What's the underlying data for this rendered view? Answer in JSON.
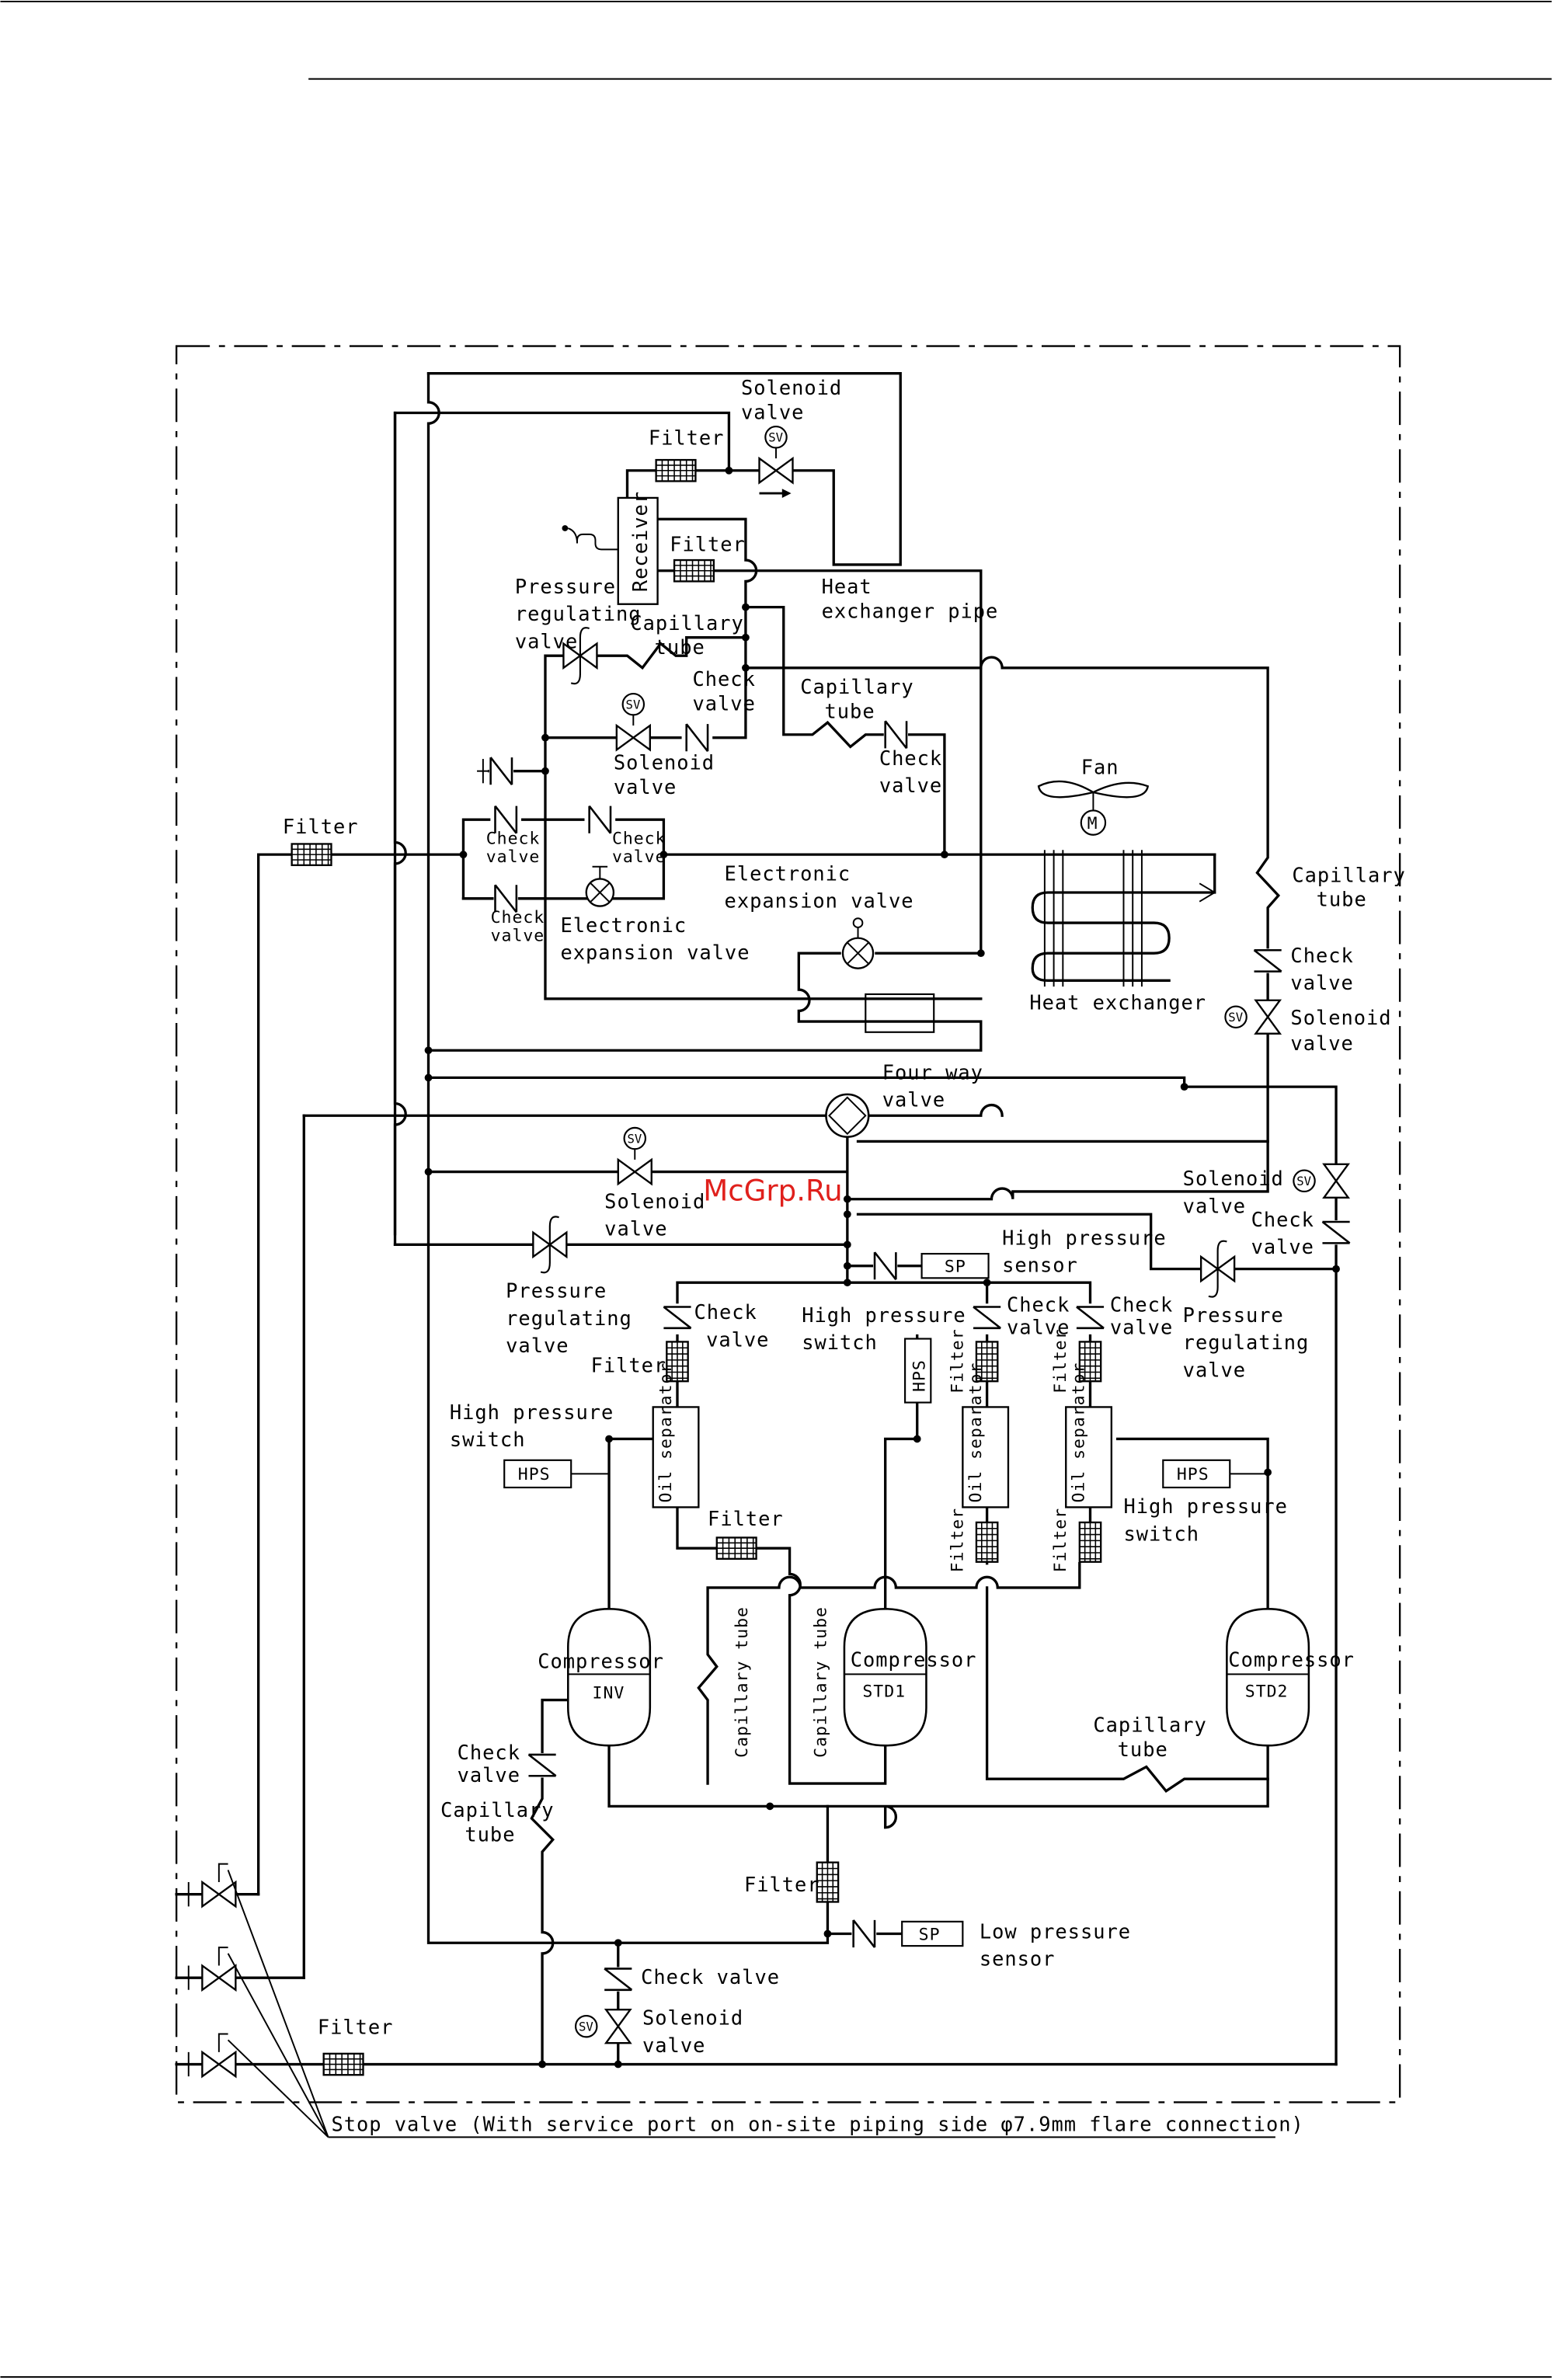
{
  "watermark": "McGrp.Ru",
  "labels": {
    "sv_top": [
      "Solenoid",
      "valve"
    ],
    "filter_top": "Filter",
    "receiver": "Receiver",
    "filter_recv": "Filter",
    "hx_pipe": [
      "Heat",
      "exchanger pipe"
    ],
    "prv_top": [
      "Pressure",
      "regulating",
      "valve"
    ],
    "cap_top": [
      "Capillary",
      "tube"
    ],
    "check_top": [
      "Check",
      "valve"
    ],
    "cap_mid": [
      "Capillary",
      "tube"
    ],
    "sv_mid": [
      "Solenoid",
      "valve"
    ],
    "check_mid": [
      "Check",
      "valve"
    ],
    "fan": "Fan",
    "motor": "M",
    "filter_left": "Filter",
    "check_box1": [
      "Check",
      "valve"
    ],
    "check_box2": [
      "Check",
      "valve"
    ],
    "eev_right": [
      "Electronic",
      "expansion valve"
    ],
    "check_box3": [
      "Check",
      "valve"
    ],
    "eev_left": [
      "Electronic",
      "expansion valve"
    ],
    "cap_right": [
      "Capillary",
      "tube"
    ],
    "check_right": [
      "Check",
      "valve"
    ],
    "sv_right": [
      "Solenoid",
      "valve"
    ],
    "heat_exchanger": "Heat exchanger",
    "four_way": [
      "Four way",
      "valve"
    ],
    "sv_center": [
      "Solenoid",
      "valve"
    ],
    "sv_far_right": [
      "Solenoid",
      "valve"
    ],
    "check_far_right": [
      "Check",
      "valve"
    ],
    "hp_sensor": [
      "High pressure",
      "sensor"
    ],
    "sp": "SP",
    "prv_left": [
      "Pressure",
      "regulating",
      "valve"
    ],
    "check_c1": [
      "Check",
      "valve"
    ],
    "hps_switch_mid": [
      "High pressure",
      "switch"
    ],
    "check_c2": [
      "Check",
      "valve"
    ],
    "check_c3": [
      "Check",
      "valve"
    ],
    "prv_right": [
      "Pressure",
      "regulating",
      "valve"
    ],
    "filter_c1": "Filter",
    "hps": "HPS",
    "filter_v": "Filter",
    "hps_switch_left": [
      "High pressure",
      "switch"
    ],
    "oil_sep": "Oil separator",
    "hps_switch_right": [
      "High pressure",
      "switch"
    ],
    "filter_bottom_c1": "Filter",
    "cap_vertical": "Capillary tube",
    "compressor": "Compressor",
    "inv": "INV",
    "std1": "STD1",
    "std2": "STD2",
    "check_inv": [
      "Check",
      "valve"
    ],
    "cap_inv": [
      "Capillary",
      "tube"
    ],
    "cap_std": [
      "Capillary",
      "tube"
    ],
    "filter_suction": "Filter",
    "lp_sensor": [
      "Low pressure",
      "sensor"
    ],
    "check_bottom": "Check valve",
    "sv_bottom": [
      "Solenoid",
      "valve"
    ],
    "filter_liquid": "Filter",
    "sv_symbol": "SV",
    "stop_valve": "Stop valve (With service port on on-site piping side  φ7.9mm flare connection)"
  }
}
